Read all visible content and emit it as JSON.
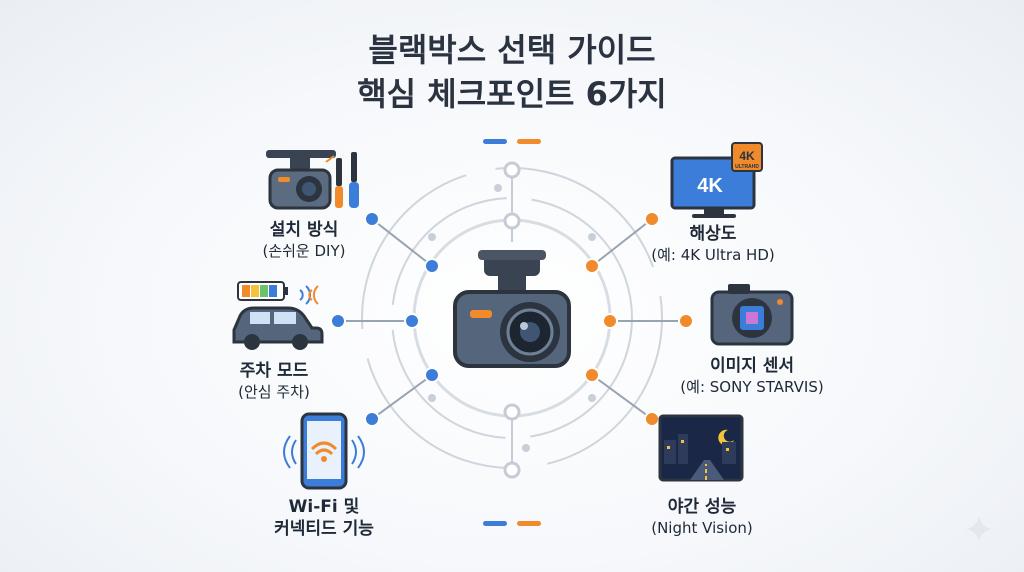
{
  "title": {
    "line1": "블랙박스 선택 가이드",
    "line2": "핵심 체크포인트 6가지"
  },
  "colors": {
    "blue": "#3b7dd8",
    "orange": "#f08a2b",
    "ring": "#cfd5dd",
    "dark": "#3a4352"
  },
  "items": {
    "install": {
      "title": "설치 방식",
      "sub": "(손쉬운 DIY)"
    },
    "parking": {
      "title": "주차 모드",
      "sub": "(안심 주차)"
    },
    "wifi": {
      "title": "Wi-Fi 및",
      "sub": "커넥티드 기능"
    },
    "resolution": {
      "title": "해상도",
      "sub": "(예: 4K Ultra HD)"
    },
    "sensor": {
      "title": "이미지 센서",
      "sub": "(예: SONY STARVIS)"
    },
    "night": {
      "title": "야간 성능",
      "sub": "(Night Vision)"
    }
  },
  "monitor": {
    "big": "4K",
    "badge_top": "4K",
    "badge_bottom": "ULTRAHD"
  }
}
